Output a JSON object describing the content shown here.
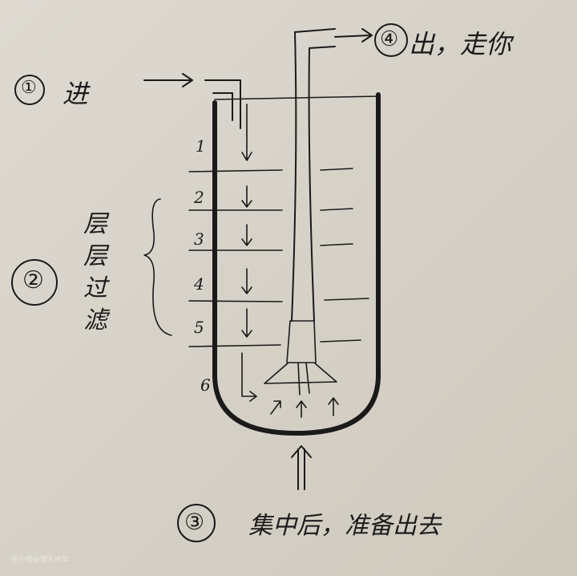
{
  "labels": {
    "step1_marker": "①",
    "step1_text": "进",
    "step2_marker": "②",
    "step2_text": "层层过滤",
    "step3_marker": "③",
    "step3_text": "集中后，准备出去",
    "step4_marker": "④",
    "step4_text": "出，走你"
  },
  "layers": [
    "1",
    "2",
    "3",
    "4",
    "5",
    "6"
  ],
  "watermark": "住小帮@镜头中华"
}
